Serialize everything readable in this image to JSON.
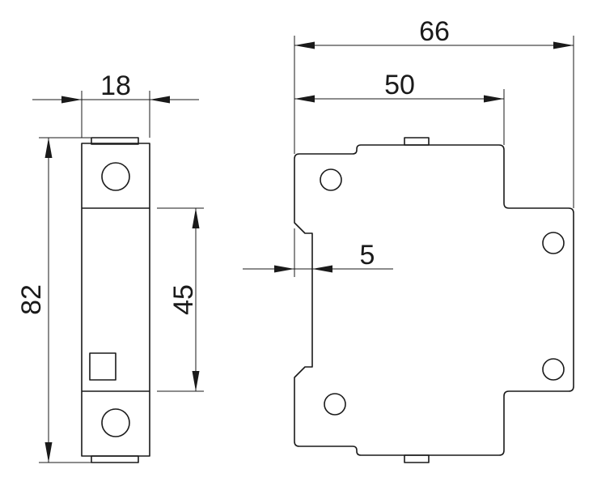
{
  "dimensions": {
    "module_width": "18",
    "module_height": "82",
    "middle_height": "45",
    "total_depth": "66",
    "rail_depth": "50",
    "rail_offset": "5"
  },
  "colors": {
    "line": "#1a1a1a",
    "background": "#ffffff"
  }
}
